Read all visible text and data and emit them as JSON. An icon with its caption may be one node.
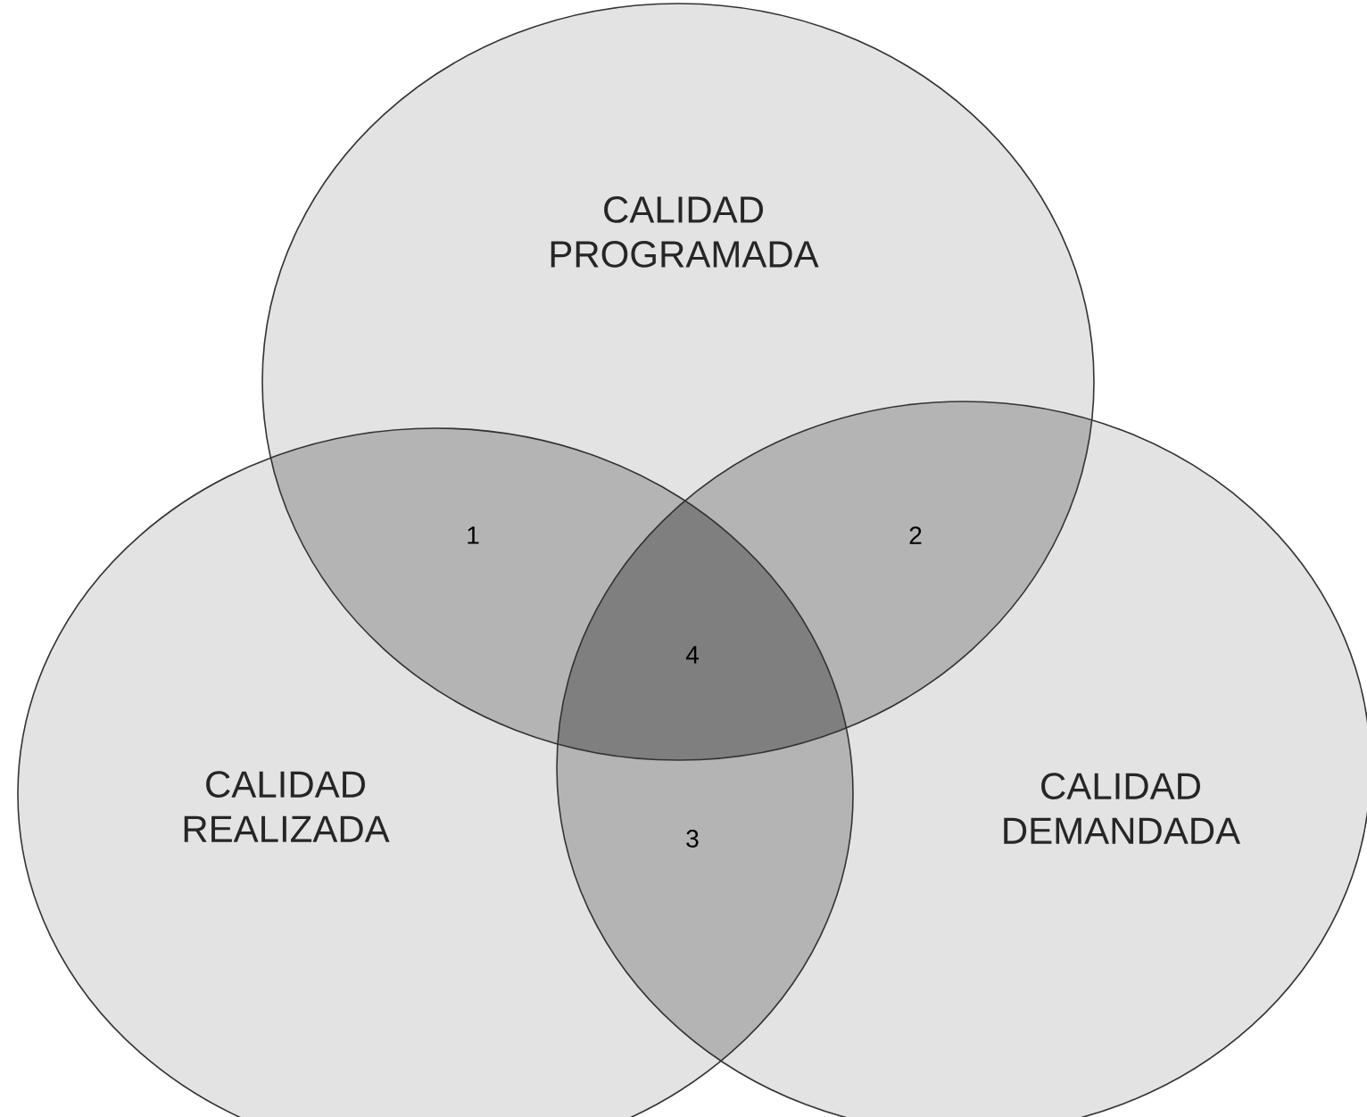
{
  "diagram": {
    "nodes": [
      {
        "text": [
          "CALIDAD PROGRAMADA"
        ]
      },
      {
        "text": [
          "CALIDAD REALIZADA"
        ]
      },
      {
        "text": [
          "CALIDAD DEMANDADA"
        ]
      }
    ],
    "labels": [
      "1",
      "2",
      "4",
      "3"
    ]
  }
}
